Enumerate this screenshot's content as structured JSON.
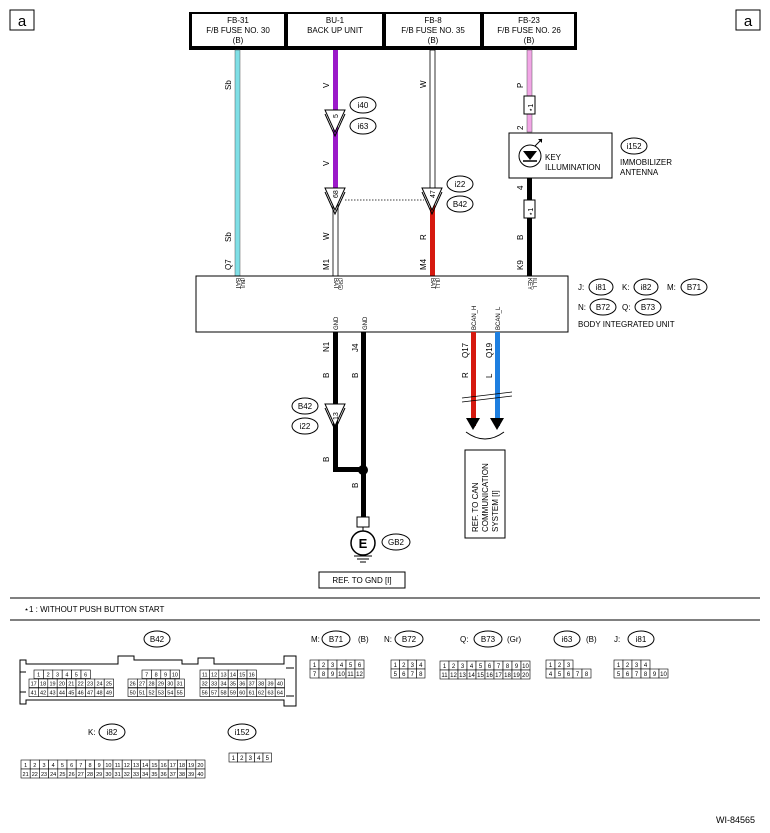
{
  "corner_label": "a",
  "fuses": [
    {
      "id": "FB-31",
      "name": "F/B FUSE NO. 30",
      "tag": "(B)"
    },
    {
      "id": "BU-1",
      "name": "BACK UP UNIT",
      "tag": ""
    },
    {
      "id": "FB-8",
      "name": "F/B FUSE NO. 35",
      "tag": "(B)"
    },
    {
      "id": "FB-23",
      "name": "F/B FUSE NO. 26",
      "tag": "(B)"
    }
  ],
  "wires": {
    "w1": {
      "color_top": "Sb",
      "color_bot": "Sb",
      "pin": "Q7",
      "term": "BAT",
      "term2": "(BU)"
    },
    "w2": {
      "color_top": "V",
      "color_mid": "V",
      "color_bot": "W",
      "pin": "M1",
      "term": "BAT",
      "term2": "(SIG)",
      "conn1_pin": "5",
      "conn2_pin": "68"
    },
    "w3": {
      "color_top": "W",
      "color_bot": "R",
      "pin": "M4",
      "term": "BAT",
      "term2": "(ILL)",
      "conn_pin": "47"
    },
    "w4": {
      "color_top": "P",
      "color_bot": "B",
      "pin": "K9",
      "term": "KEY",
      "term2": "ILL L",
      "pin_top": "2",
      "pin_bot": "4",
      "star": "⋆1"
    }
  },
  "connector_ovals": {
    "i40": "i40",
    "i63": "i63",
    "i22": "i22",
    "B42": "B42",
    "i152": "i152"
  },
  "key_illumination": {
    "label1": "KEY",
    "label2": "ILLUMINATION",
    "unit1": "IMMOBILIZER",
    "unit2": "ANTENNA"
  },
  "body_unit": {
    "name": "BODY INTEGRATED UNIT",
    "refs": [
      {
        "prefix": "J:",
        "id": "i81"
      },
      {
        "prefix": "K:",
        "id": "i82"
      },
      {
        "prefix": "M:",
        "id": "B71"
      },
      {
        "prefix": "N:",
        "id": "B72"
      },
      {
        "prefix": "Q:",
        "id": "B73"
      }
    ],
    "bottom_terms": [
      {
        "term": "GND",
        "pin": "N1",
        "color": "B"
      },
      {
        "term": "GND",
        "pin": "J4",
        "color": "B"
      },
      {
        "term": "BCAN_H",
        "pin": "Q17",
        "color": "R"
      },
      {
        "term": "BCAN_L",
        "pin": "Q19",
        "color": "L"
      }
    ]
  },
  "gnd": {
    "conn_pin": "13",
    "color1": "B",
    "color2": "B",
    "ground": "E",
    "ground_id": "GB2",
    "ref": "REF. TO GND  [I]"
  },
  "can_ref": {
    "l1": "REF. TO CAN",
    "l2": "COMMUNICATION",
    "l3": "SYSTEM [I]"
  },
  "footnote": "⋆1  : WITHOUT PUSH BUTTON START",
  "connectors": {
    "B42": {
      "id": "B42",
      "rows": [
        [
          "1",
          "2",
          "3",
          "4",
          "5",
          "6",
          "7",
          "8",
          "9",
          "10",
          "11",
          "12",
          "13",
          "14",
          "15",
          "16"
        ],
        [
          "17",
          "18",
          "19",
          "20",
          "21",
          "22",
          "23",
          "24",
          "25",
          "26",
          "27",
          "28",
          "29",
          "30",
          "31",
          "32",
          "33",
          "34",
          "35",
          "36",
          "37",
          "38",
          "39",
          "40"
        ],
        [
          "41",
          "42",
          "43",
          "44",
          "45",
          "46",
          "47",
          "48",
          "49",
          "50",
          "51",
          "52",
          "53",
          "54",
          "55",
          "56",
          "57",
          "58",
          "59",
          "60",
          "61",
          "62",
          "63",
          "64"
        ]
      ]
    },
    "B71": {
      "prefix": "M:",
      "id": "B71",
      "tag": "(B)",
      "rows": [
        [
          "1",
          "2",
          "3",
          "4",
          "5",
          "6"
        ],
        [
          "7",
          "8",
          "9",
          "10",
          "11",
          "12"
        ]
      ]
    },
    "B72": {
      "prefix": "N:",
      "id": "B72",
      "rows": [
        [
          "1",
          "2",
          "3",
          "4"
        ],
        [
          "5",
          "6",
          "7",
          "8"
        ]
      ]
    },
    "B73": {
      "prefix": "Q:",
      "id": "B73",
      "tag": "(Gr)",
      "rows": [
        [
          "1",
          "2",
          "3",
          "4",
          "5",
          "6",
          "7",
          "8",
          "9",
          "10"
        ],
        [
          "11",
          "12",
          "13",
          "14",
          "15",
          "16",
          "17",
          "18",
          "19",
          "20"
        ]
      ]
    },
    "i63": {
      "id": "i63",
      "tag": "(B)",
      "rows": [
        [
          "1",
          "2",
          "3"
        ],
        [
          "4",
          "5",
          "6",
          "7",
          "8"
        ]
      ]
    },
    "i81": {
      "prefix": "J:",
      "id": "i81",
      "rows": [
        [
          "1",
          "2",
          "3",
          "4"
        ],
        [
          "5",
          "6",
          "7",
          "8",
          "9",
          "10"
        ]
      ]
    },
    "i82": {
      "prefix": "K:",
      "id": "i82",
      "rows": [
        [
          "1",
          "2",
          "3",
          "4",
          "5",
          "6",
          "7",
          "8",
          "9",
          "10",
          "11",
          "12",
          "13",
          "14",
          "15",
          "16",
          "17",
          "18",
          "19",
          "20"
        ],
        [
          "21",
          "22",
          "23",
          "24",
          "25",
          "26",
          "27",
          "28",
          "29",
          "30",
          "31",
          "32",
          "33",
          "34",
          "35",
          "36",
          "37",
          "38",
          "39",
          "40"
        ]
      ]
    },
    "i152": {
      "id": "i152",
      "rows": [
        [
          "1",
          "2",
          "3",
          "4",
          "5"
        ]
      ]
    }
  },
  "figure_id": "WI-84565",
  "colors": {
    "Sb": "#7fdfe6",
    "V": "#9b19c9",
    "W": "#ffffff",
    "R": "#d6190f",
    "P": "#f2a6e6",
    "B": "#000000",
    "L": "#1e7fe0"
  }
}
